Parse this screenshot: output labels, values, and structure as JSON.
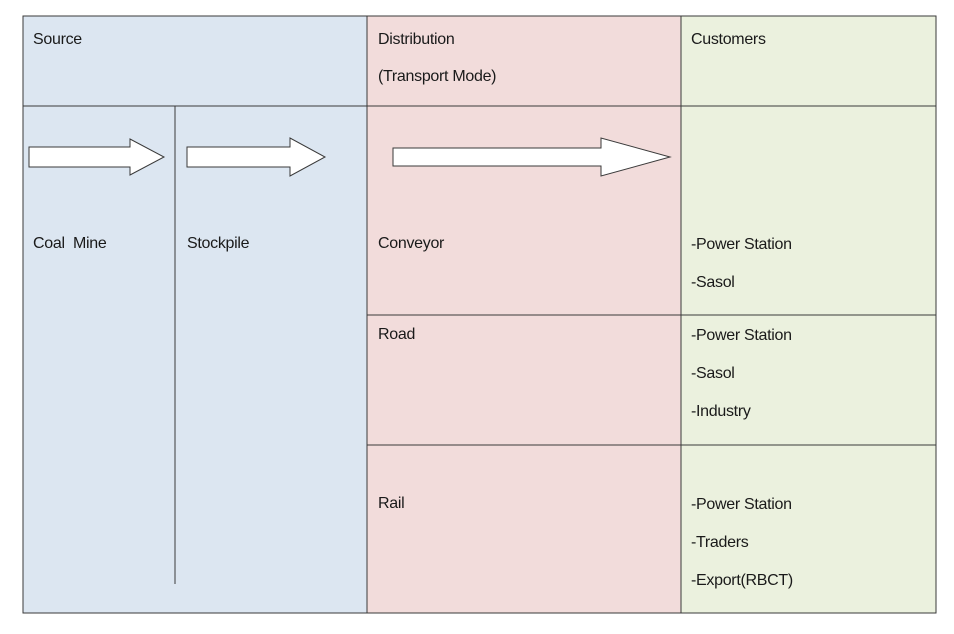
{
  "columns": {
    "source": "Source",
    "distribution_line1": "Distribution",
    "distribution_line2": "(Transport Mode)",
    "customers": "Customers"
  },
  "source": {
    "coal_mine": "Coal  Mine",
    "stockpile": "Stockpile"
  },
  "modes": [
    {
      "name": "Conveyor",
      "customers": [
        "-Power Station",
        "-Sasol"
      ]
    },
    {
      "name": "Road",
      "customers": [
        "-Power Station",
        "-Sasol",
        "-Industry"
      ]
    },
    {
      "name": "Rail",
      "customers": [
        "-Power Station",
        "-Traders",
        "-Export(RBCT)"
      ]
    }
  ],
  "colors": {
    "source_fill": "#dce6f1",
    "distribution_fill": "#f2dcdb",
    "customers_fill": "#ebf1de",
    "border": "#3a3a3a"
  }
}
